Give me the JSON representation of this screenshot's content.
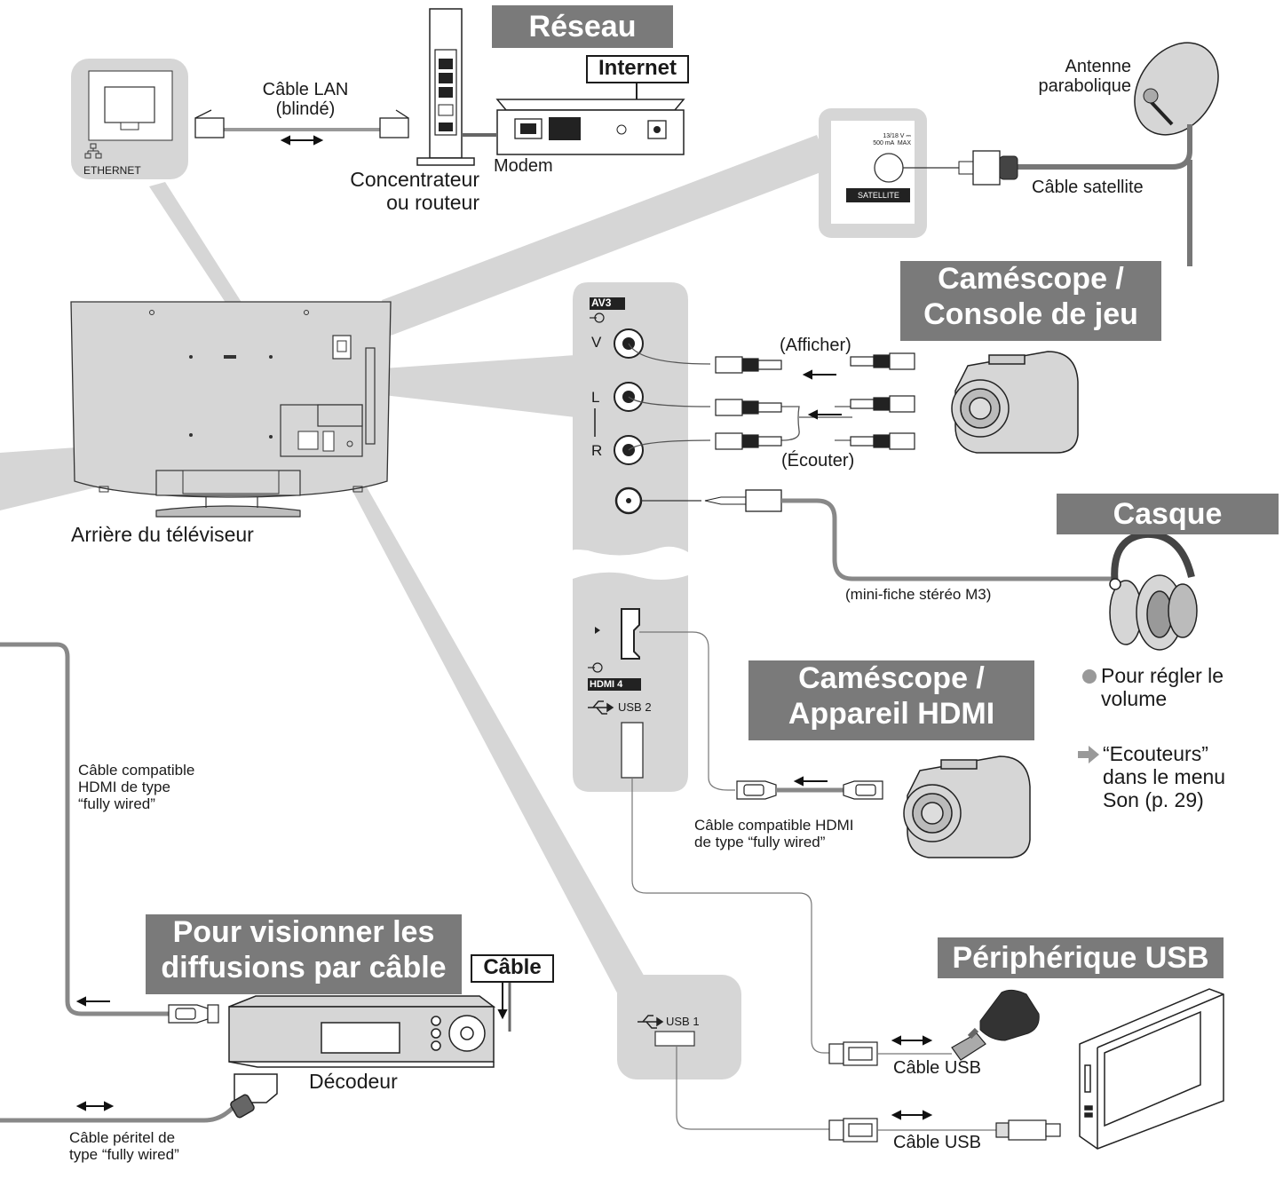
{
  "banners": {
    "network": "Réseau",
    "camcorder_console": "Caméscope /\nConsole de jeu",
    "headphones": "Casque",
    "camcorder_hdmi": "Caméscope /\nAppareil HDMI",
    "usb_device": "Périphérique USB",
    "cable_broadcast": "Pour visionner les\ndiffusions par câble"
  },
  "boxes": {
    "internet": "Internet",
    "cable": "Câble"
  },
  "labels": {
    "lan_cable": "Câble LAN\n(blindé)",
    "ethernet": "ETHERNET",
    "hub_router": "Concentrateur\nou routeur",
    "modem": "Modem",
    "dish": "Antenne\nparabolique",
    "satellite_cable": "Câble satellite",
    "satellite_rating": "13/18 V ⎓\n500 mA  MAX",
    "satellite_port": "SATELLITE",
    "tv_rear": "Arrière du téléviseur",
    "av3": "AV3",
    "v": "V",
    "l": "L",
    "r": "R",
    "display": "(Afficher)",
    "listen": "(Écouter)",
    "mini_plug": "(mini-fiche stéréo M3)",
    "hdmi4": "HDMI 4",
    "usb2": "USB 2",
    "usb1": "USB 1",
    "hdmi_cable_right": "Câble compatible HDMI\nde type “fully wired”",
    "hdmi_cable_left": "Câble compatible\nHDMI de type\n“fully wired”",
    "usb_cable_1": "Câble USB",
    "usb_cable_2": "Câble USB",
    "decoder": "Décodeur",
    "scart_cable": "Câble péritel de\ntype “fully wired”",
    "volume_bullet": "Pour régler le\nvolume",
    "volume_ref": "“Ecouteurs”\ndans le menu\nSon (p. 29)"
  }
}
